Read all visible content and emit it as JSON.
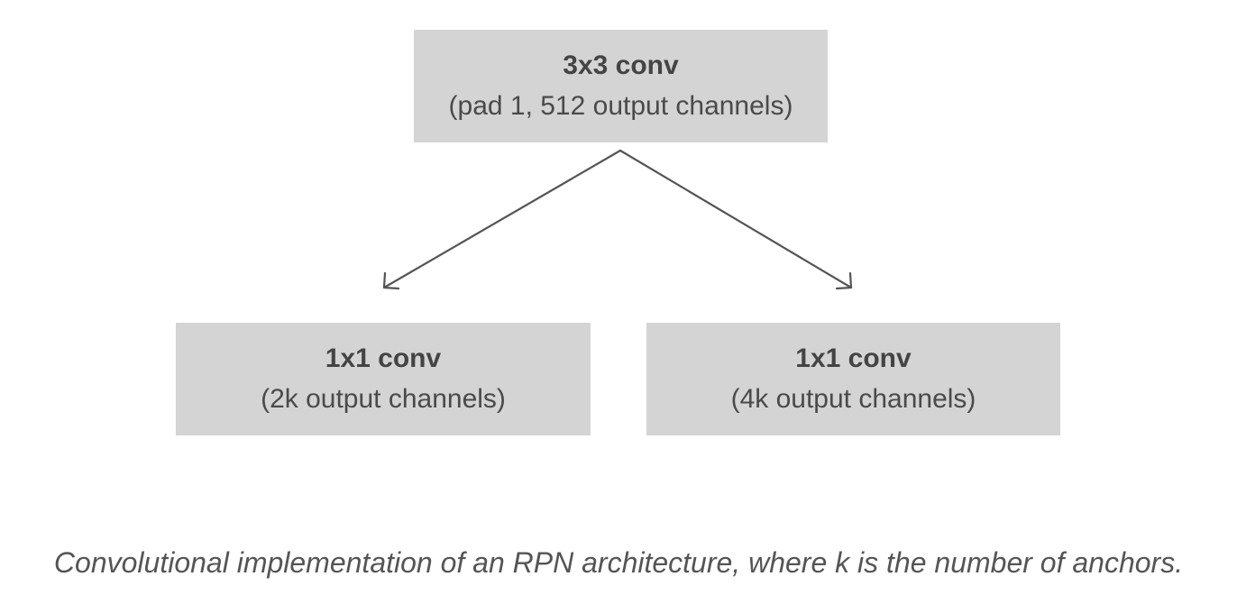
{
  "diagram": {
    "nodes": [
      {
        "id": "top",
        "title": "3x3 conv",
        "subtitle": "(pad 1, 512 output channels)"
      },
      {
        "id": "left",
        "title": "1x1 conv",
        "subtitle": "(2k output channels)"
      },
      {
        "id": "right",
        "title": "1x1 conv",
        "subtitle": "(4k output channels)"
      }
    ],
    "edges": [
      {
        "from": "top",
        "to": "left"
      },
      {
        "from": "top",
        "to": "right"
      }
    ],
    "colors": {
      "box_fill": "#d4d4d4",
      "text": "#444444",
      "arrow": "#555555"
    }
  },
  "caption": "Convolutional implementation of an RPN architecture, where k is the number of anchors."
}
